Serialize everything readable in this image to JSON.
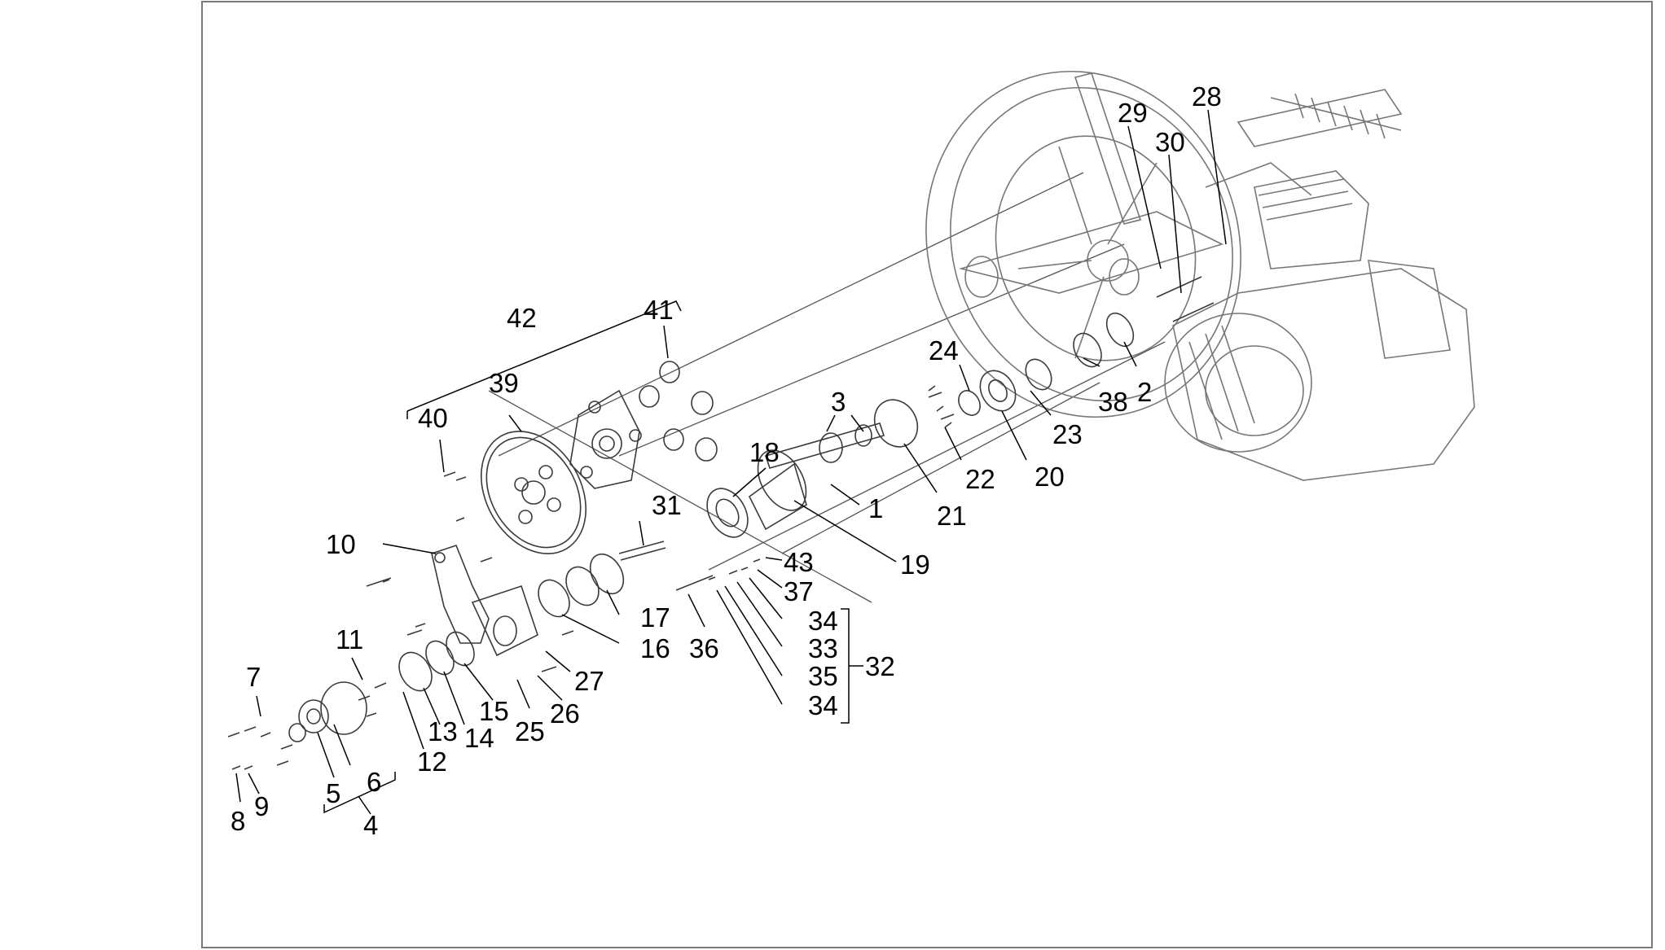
{
  "diagram": {
    "callouts": [
      {
        "id": "1",
        "label": "1"
      },
      {
        "id": "2",
        "label": "2"
      },
      {
        "id": "3",
        "label": "3"
      },
      {
        "id": "4",
        "label": "4"
      },
      {
        "id": "5",
        "label": "5"
      },
      {
        "id": "6",
        "label": "6"
      },
      {
        "id": "7",
        "label": "7"
      },
      {
        "id": "8",
        "label": "8"
      },
      {
        "id": "9",
        "label": "9"
      },
      {
        "id": "10",
        "label": "10"
      },
      {
        "id": "11",
        "label": "11"
      },
      {
        "id": "12",
        "label": "12"
      },
      {
        "id": "13",
        "label": "13"
      },
      {
        "id": "14",
        "label": "14"
      },
      {
        "id": "15",
        "label": "15"
      },
      {
        "id": "16",
        "label": "16"
      },
      {
        "id": "17",
        "label": "17"
      },
      {
        "id": "18",
        "label": "18"
      },
      {
        "id": "19",
        "label": "19"
      },
      {
        "id": "20",
        "label": "20"
      },
      {
        "id": "21",
        "label": "21"
      },
      {
        "id": "22",
        "label": "22"
      },
      {
        "id": "23",
        "label": "23"
      },
      {
        "id": "24",
        "label": "24"
      },
      {
        "id": "25",
        "label": "25"
      },
      {
        "id": "26",
        "label": "26"
      },
      {
        "id": "27",
        "label": "27"
      },
      {
        "id": "28",
        "label": "28"
      },
      {
        "id": "29",
        "label": "29"
      },
      {
        "id": "30",
        "label": "30"
      },
      {
        "id": "31",
        "label": "31"
      },
      {
        "id": "32",
        "label": "32"
      },
      {
        "id": "33",
        "label": "33"
      },
      {
        "id": "34a",
        "label": "34"
      },
      {
        "id": "34b",
        "label": "34"
      },
      {
        "id": "35",
        "label": "35"
      },
      {
        "id": "36",
        "label": "36"
      },
      {
        "id": "37",
        "label": "37"
      },
      {
        "id": "38",
        "label": "38"
      },
      {
        "id": "39",
        "label": "39"
      },
      {
        "id": "40",
        "label": "40"
      },
      {
        "id": "41",
        "label": "41"
      },
      {
        "id": "42",
        "label": "42"
      },
      {
        "id": "43",
        "label": "43"
      }
    ]
  }
}
